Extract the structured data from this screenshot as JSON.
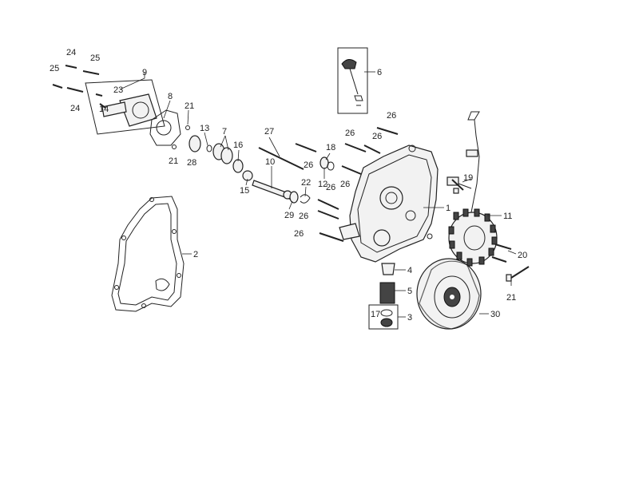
{
  "callouts": {
    "c1": "1",
    "c2": "2",
    "c3": "3",
    "c4": "4",
    "c5": "5",
    "c6": "6",
    "c7": "7",
    "c8": "8",
    "c9": "9",
    "c10": "10",
    "c11": "11",
    "c12": "12",
    "c13": "13",
    "c14": "14",
    "c15": "15",
    "c16": "16",
    "c17": "17",
    "c18": "18",
    "c19": "19",
    "c20": "20",
    "c21a": "21",
    "c21b": "21",
    "c21c": "21",
    "c22": "22",
    "c23": "23",
    "c24a": "24",
    "c24b": "24",
    "c25a": "25",
    "c25b": "25",
    "c26a": "26",
    "c26b": "26",
    "c26c": "26",
    "c26d": "26",
    "c26e": "26",
    "c26f": "26",
    "c26g": "26",
    "c26h": "26",
    "c27": "27",
    "c28": "28",
    "c29": "29",
    "c30": "30"
  }
}
